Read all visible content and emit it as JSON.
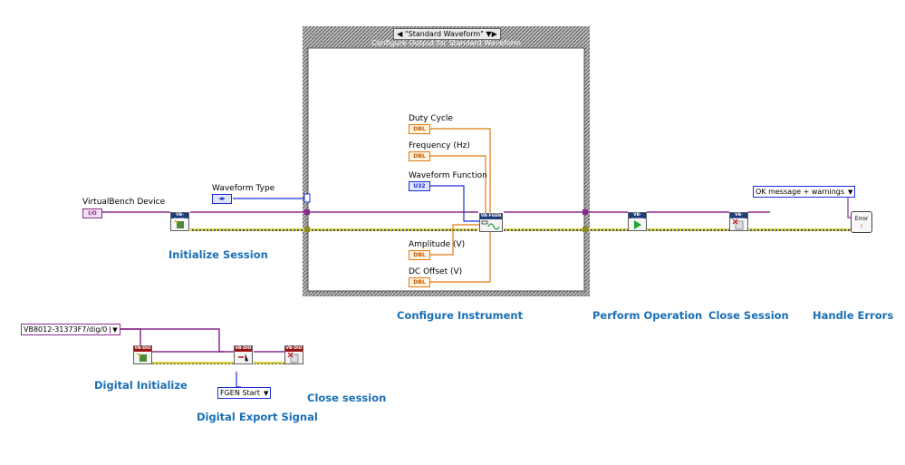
{
  "case_structure": {
    "selector": "\"Standard Waveform\"",
    "title": "Configure Output for Standard Waveform",
    "inputs": {
      "duty_cycle": "Duty Cycle",
      "frequency": "Frequency (Hz)",
      "waveform_function": "Waveform Function",
      "amplitude": "Amplitude (V)",
      "dc_offset": "DC Offset (V)"
    }
  },
  "controls": {
    "virtualbench_device": "VirtualBench Device",
    "waveform_type": "Waveform Type",
    "error_mode": "OK message + warnings",
    "dio_channel": "VB8012-31373F7/dig/0",
    "export_signal": "FGEN Start"
  },
  "terminal_types": {
    "dbl": "DBL",
    "u32": "U32",
    "io": "I/O"
  },
  "node_headers": {
    "fgen": "VB-FGEN",
    "dio": "VB-DIO"
  },
  "error_node_label": "Error",
  "step_labels": {
    "initialize": "Initialize Session",
    "configure": "Configure Instrument",
    "perform": "Perform Operation",
    "close": "Close Session",
    "handle": "Handle Errors",
    "digital_initialize": "Digital Initialize",
    "digital_export": "Digital Export Signal",
    "digital_close": "Close session"
  },
  "colors": {
    "session_wire": "#8a2c8f",
    "error_wire": "#a8a400",
    "numeric_wire": "#e07a10",
    "enum_wire": "#1c2fd6",
    "label_blue": "#1a6fb5",
    "fgen_header": "#1d3e7c",
    "dio_header": "#9a1414"
  },
  "icons": {
    "run": "play-icon",
    "close": "close-session-icon",
    "init": "initialize-icon",
    "error": "error-handler-icon"
  }
}
